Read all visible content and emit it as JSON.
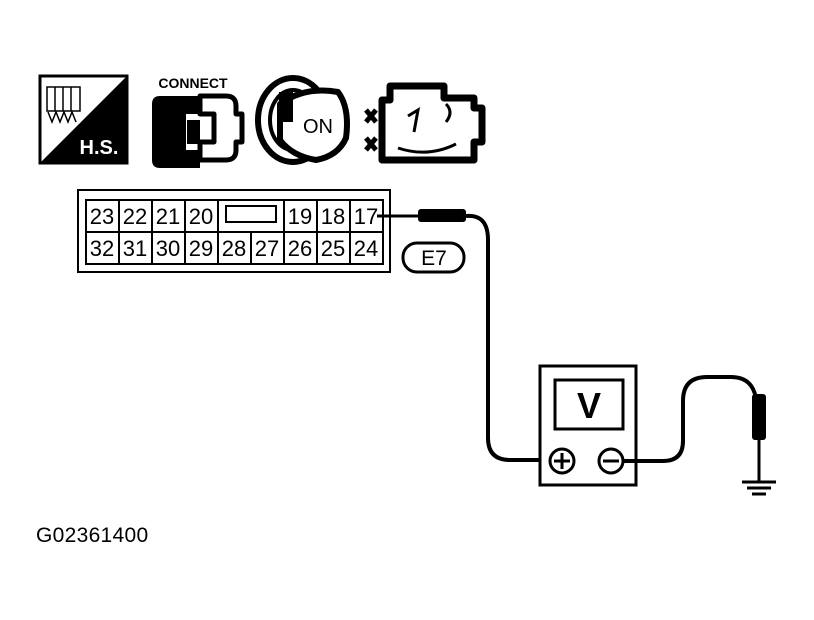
{
  "icons": {
    "hs_label": "H.S.",
    "connect_label": "CONNECT",
    "ignition_label": "ON"
  },
  "connector": {
    "top_row": [
      "23",
      "22",
      "21",
      "20",
      "",
      "19",
      "18",
      "17"
    ],
    "bottom_row": [
      "32",
      "31",
      "30",
      "29",
      "28",
      "27",
      "26",
      "25",
      "24"
    ],
    "id": "E7"
  },
  "meter": {
    "label": "V",
    "positive_symbol": "+",
    "negative_symbol": "−"
  },
  "figure_id": "G02361400",
  "colors": {
    "line": "#000000",
    "background": "#ffffff"
  }
}
